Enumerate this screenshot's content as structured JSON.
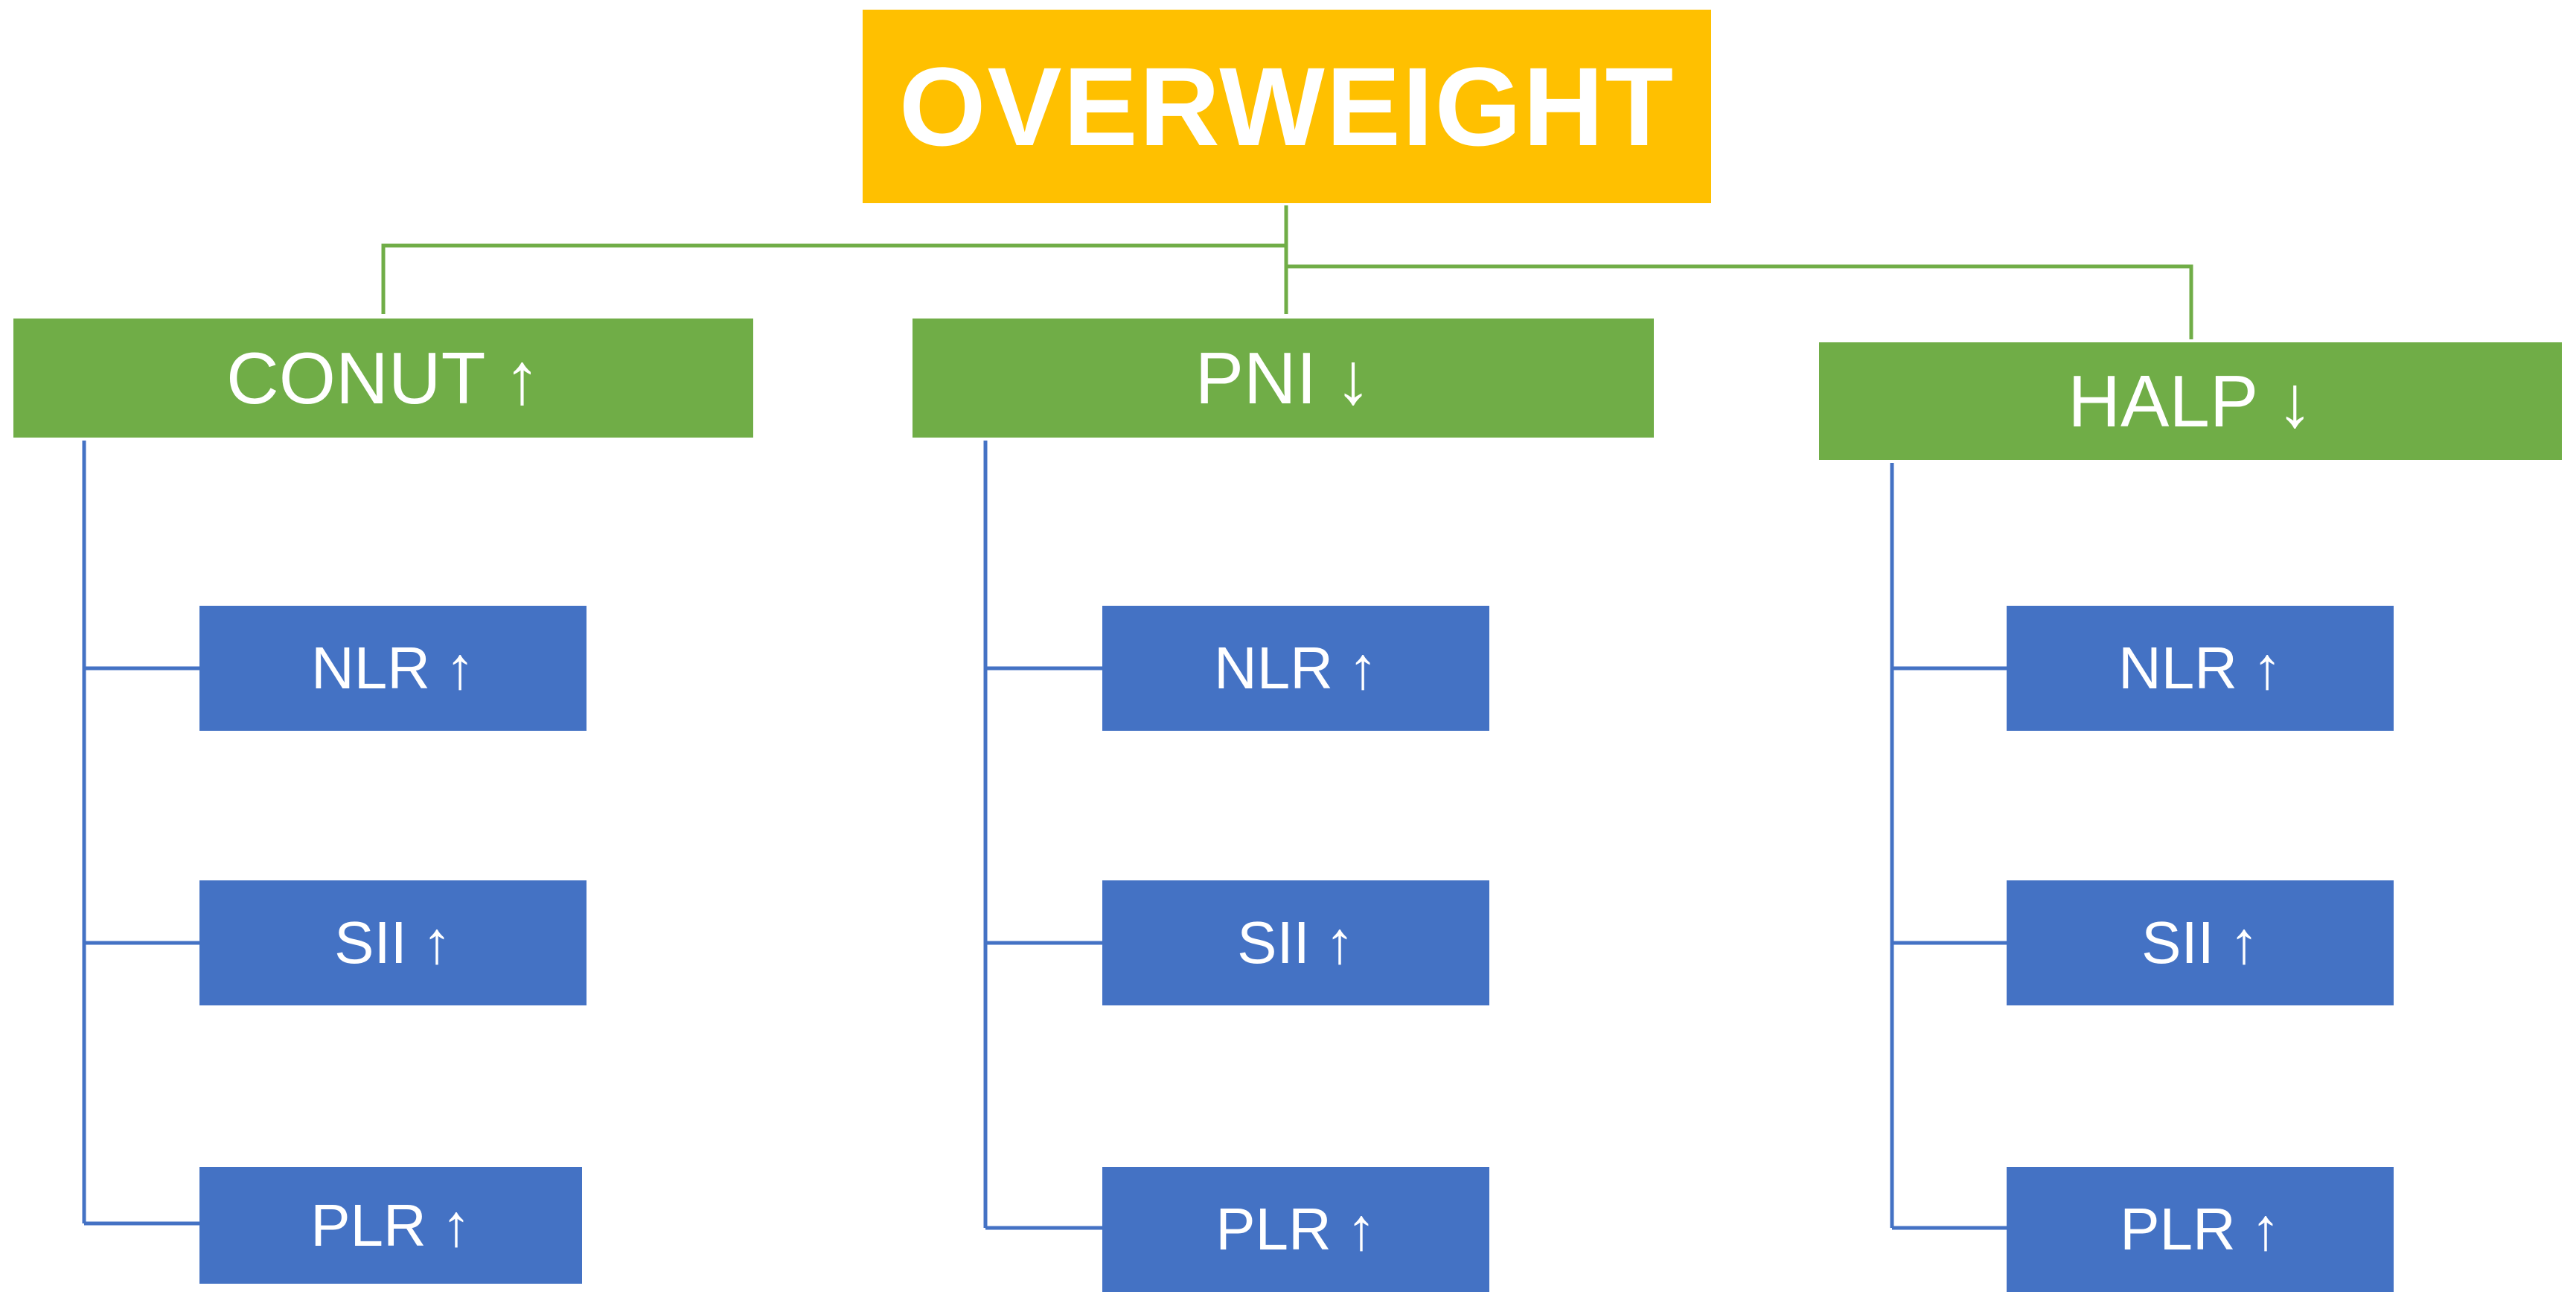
{
  "root": {
    "label": "OVERWEIGHT"
  },
  "colors": {
    "root": "#FFC000",
    "category": "#70AD47",
    "indicator": "#4472C4",
    "connector_green": "#70AD47",
    "connector_blue": "#4472C4"
  },
  "categories": [
    {
      "label": "CONUT",
      "arrow": "↑",
      "children": [
        {
          "label": "NLR",
          "arrow": "↑"
        },
        {
          "label": "SII",
          "arrow": "↑"
        },
        {
          "label": "PLR",
          "arrow": "↑"
        }
      ]
    },
    {
      "label": "PNI",
      "arrow": "↓",
      "children": [
        {
          "label": "NLR",
          "arrow": "↑"
        },
        {
          "label": "SII",
          "arrow": "↑"
        },
        {
          "label": "PLR",
          "arrow": "↑"
        }
      ]
    },
    {
      "label": "HALP",
      "arrow": "↓",
      "children": [
        {
          "label": "NLR",
          "arrow": "↑"
        },
        {
          "label": "SII",
          "arrow": "↑"
        },
        {
          "label": "PLR",
          "arrow": "↑"
        }
      ]
    }
  ]
}
